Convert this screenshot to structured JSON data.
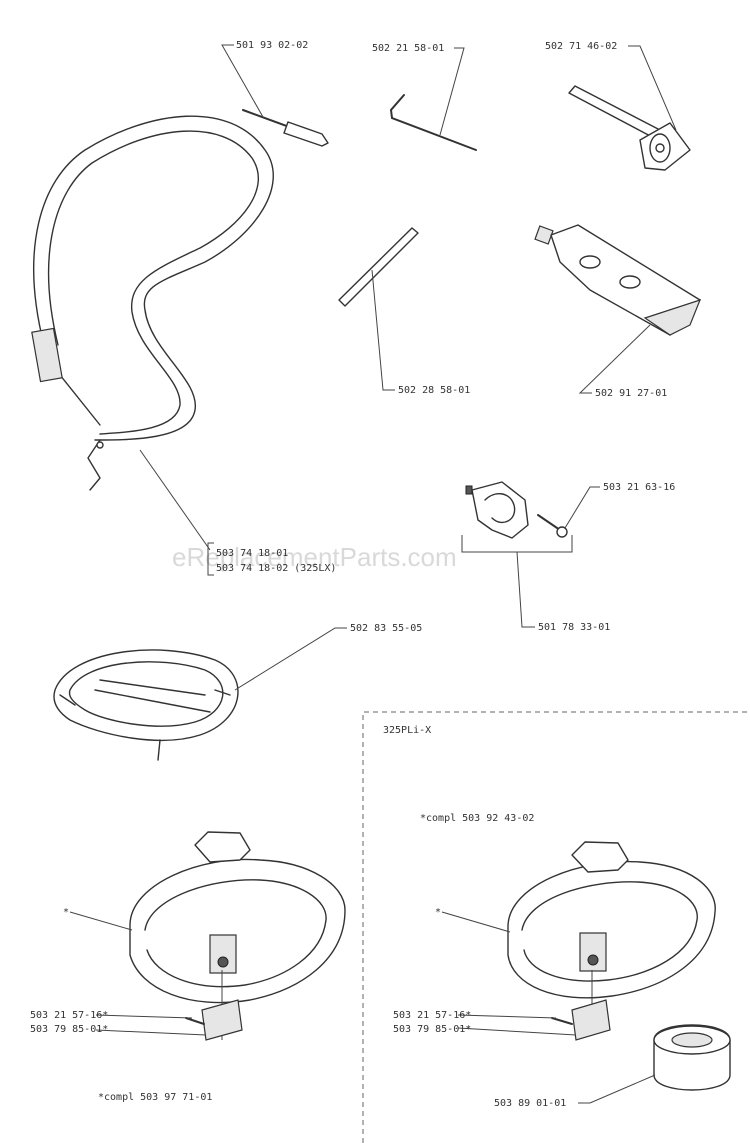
{
  "watermark": "eReplacementParts.com",
  "section_title": "325PLi-X",
  "notes": {
    "left_bottom": "*compl 503 97 71-01",
    "right_top": "*compl 503 92 43-02"
  },
  "parts": {
    "pin": "501 93 02-02",
    "hex_key": "502 21 58-01",
    "spark_wrench": "502 71 46-02",
    "rod": "502 28 58-01",
    "grease_tube": "502 91 27-01",
    "harness_a": "503 74 18-01",
    "harness_b": "503 74 18-02 (325LX)",
    "clamp_screw": "503 21 63-16",
    "clamp": "501 78 33-01",
    "cover_ring": "502 83 55-05",
    "guard_left_ref": "*",
    "guard_right_ref": "*",
    "screw_left": "503 21 57-16*",
    "knife_left": "503 79 85-01*",
    "screw_right": "503 21 57-16*",
    "knife_right": "503 79 85-01*",
    "cup": "503 89 01-01"
  }
}
